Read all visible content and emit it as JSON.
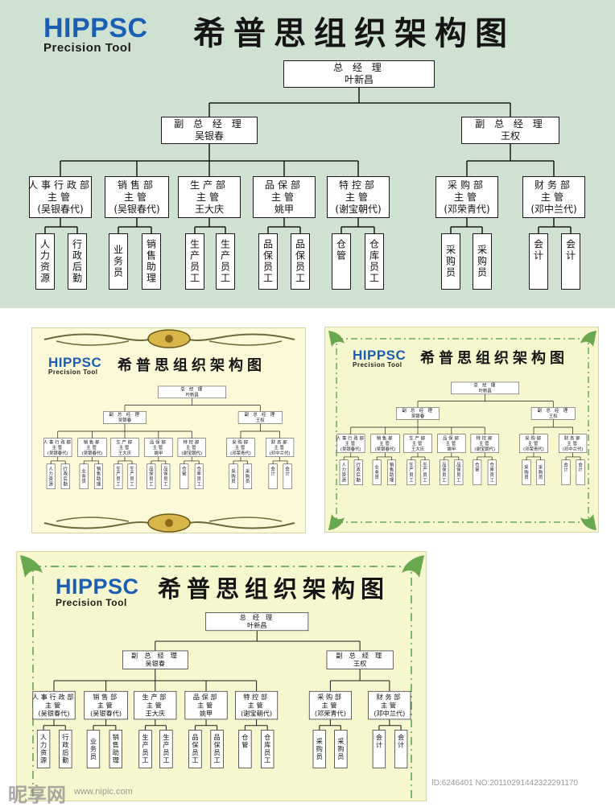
{
  "brand": {
    "name": "HIPPSC",
    "tagline": "Precision Tool"
  },
  "title": "希普思组织架构图",
  "colors": {
    "panel_green": "#cfe2d2",
    "panel_cream": "#fbf9d8",
    "panel_cream2": "#f7f7cf",
    "logo_blue": "#1a5fb4",
    "line": "#1a1a1a"
  },
  "org": {
    "ceo": {
      "title": "总 经 理",
      "name": "叶新昌"
    },
    "vps": [
      {
        "title": "副 总 经 理",
        "name": "吴银春"
      },
      {
        "title": "副 总 经 理",
        "name": "王权"
      }
    ],
    "departments": [
      {
        "line1": "人事行政部",
        "line2": "主管",
        "line3": "(吴银春代)",
        "leaves": [
          "人力资源",
          "行政后勤"
        ]
      },
      {
        "line1": "销售部",
        "line2": "主管",
        "line3": "(吴银春代)",
        "leaves": [
          "业务员",
          "销售助理"
        ]
      },
      {
        "line1": "生产部",
        "line2": "主管",
        "line3": "王大庆",
        "leaves": [
          "生产员工",
          "生产员工"
        ]
      },
      {
        "line1": "品保部",
        "line2": "主管",
        "line3": "姚甲",
        "leaves": [
          "品保员工",
          "品保员工"
        ]
      },
      {
        "line1": "特控部",
        "line2": "主管",
        "line3": "(谢宝朝代)",
        "leaves": [
          "仓管",
          "仓库员工"
        ]
      },
      {
        "line1": "采购部",
        "line2": "主管",
        "line3": "(邓荣青代)",
        "leaves": [
          "采购员",
          "采购员"
        ]
      },
      {
        "line1": "财务部",
        "line2": "主管",
        "line3": "(邓中兰代)",
        "leaves": [
          "会计",
          "会计"
        ]
      }
    ]
  },
  "watermark": {
    "logo": "昵享网",
    "url": "www.nipic.com",
    "id": "ID:6246401 NO:20110291442322291170"
  }
}
